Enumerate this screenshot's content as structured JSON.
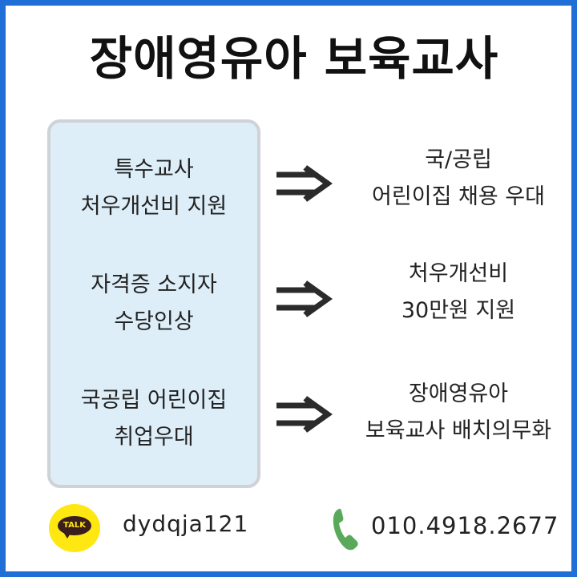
{
  "title": "장애영유아 보육교사",
  "rows": [
    {
      "left": [
        "특수교사",
        "처우개선비 지원"
      ],
      "right": [
        "국/공립",
        "어린이집 채용 우대"
      ]
    },
    {
      "left": [
        "자격증 소지자",
        "수당인상"
      ],
      "right": [
        "처우개선비",
        "30만원 지원"
      ]
    },
    {
      "left": [
        "국공립 어린이집",
        "취업우대"
      ],
      "right": [
        "장애영유아",
        "보육교사 배치의무화"
      ]
    }
  ],
  "contact": {
    "talk_badge": "TALK",
    "kakao_id": "dydqja121",
    "phone": "010.4918.2677"
  },
  "icons": {
    "talk": "kakaotalk-icon",
    "phone": "phone-icon",
    "arrow": "double-arrow-icon"
  },
  "colors": {
    "border": "#1f6fd6",
    "panel": "#ddeef8",
    "talk_yellow": "#ffe812",
    "phone_green": "#5aa95a"
  }
}
